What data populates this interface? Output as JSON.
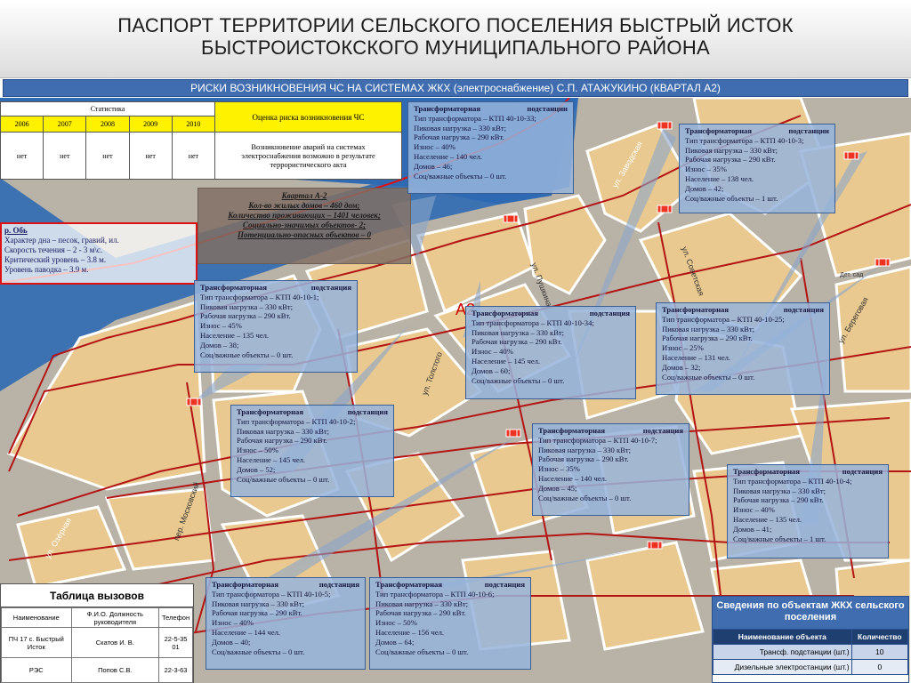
{
  "header": {
    "line1": "ПАСПОРТ ТЕРРИТОРИИ СЕЛЬСКОГО ПОСЕЛЕНИЯ БЫСТРЫЙ ИСТОК",
    "line2": "БЫСТРОИСТОКСКОГО МУНИЦИПАЛЬНОГО РАЙОНА"
  },
  "subtitle": "РИСКИ ВОЗНИКНОВЕНИЯ ЧС НА СИСТЕМАХ ЖКХ (электроснабжение) С.П. АТАЖУКИНО (КВАРТАЛ А2)",
  "stats": {
    "title": "Статистика",
    "risk_header": "Оценка риска возникновения ЧС",
    "years": [
      "2006",
      "2007",
      "2008",
      "2009",
      "2010"
    ],
    "values": [
      "нет",
      "нет",
      "нет",
      "нет",
      "нет"
    ],
    "risk_text": "Возникновение аварий на системах электроснабжения возможно в результате террористического акта"
  },
  "river": {
    "title": "р. Обь",
    "lines": [
      "Характер дна – песок, гравий, ил.",
      "Скорость течения – 2 - 3 м\\с.",
      "Критический уровень – 3.8 м.",
      "Уровень паводка – 3.9 м."
    ]
  },
  "quarter": {
    "lines": [
      "Квартал А-2",
      "Кол-во жилых домов – 460 дом;",
      "Количество проживающих – 1401 человек;",
      "Социально-значимых объектов- 2;",
      "Потенциально-опасных объектов – 0"
    ]
  },
  "a2_label": "А2",
  "transformers": [
    {
      "id": "t1",
      "title_a": "Трансформаторная",
      "title_b": "подстанции",
      "lines": [
        "Тип трансформатора – КТП 40-10-33;",
        "Пиковая нагрузка – 330 кВт;",
        "Рабочая нагрузка – 290 кВт.",
        "Износ – 40%",
        "Население – 140 чел.",
        "Домов – 46;",
        "Соц/важные объекты – 0 шт."
      ]
    },
    {
      "id": "t2",
      "title_a": "Трансформаторная",
      "title_b": "подстанции",
      "lines": [
        "Тип трансформатора – КТП 40-10-3;",
        "Пиковая нагрузка – 330 кВт;",
        "Рабочая нагрузка – 290 кВт.",
        "Износ – 35%",
        "Население – 138 чел.",
        "Домов – 42;",
        "Соц/важные объекты – 1 шт."
      ]
    },
    {
      "id": "t3",
      "title_a": "Трансформаторная",
      "title_b": "подстанция",
      "lines": [
        "Тип трансформатора – КТП 40-10-1;",
        "Пиковая нагрузка – 330 кВт;",
        "Рабочая нагрузка – 290 кВт.",
        "Износ – 45%",
        "Население – 135 чел.",
        "Домов – 38;",
        "Соц/важные объекты – 0 шт."
      ]
    },
    {
      "id": "t4",
      "title_a": "Трансформаторная",
      "title_b": "подстанция",
      "lines": [
        "Тип трансформатора – КТП 40-10-34;",
        "Пиковая нагрузка – 330 кВт;",
        "Рабочая нагрузка – 290 кВт.",
        "Износ – 40%",
        "Население – 145 чел.",
        "Домов – 60;",
        "Соц/важные объекты – 0 шт."
      ]
    },
    {
      "id": "t5",
      "title_a": "Трансформаторная",
      "title_b": "подстанция",
      "lines": [
        "Тип трансформатора – КТП 40-10-25;",
        "Пиковая нагрузка – 330 кВт;",
        "Рабочая нагрузка – 290 кВт.",
        "Износ – 25%",
        "Население – 131 чел.",
        "Домов – 32;",
        "Соц/важные объекты – 0 шт."
      ]
    },
    {
      "id": "t6",
      "title_a": "Трансформаторная",
      "title_b": "подстанция",
      "lines": [
        "Тип трансформатора – КТП 40-10-2;",
        "Пиковая нагрузка – 330 кВт;",
        "Рабочая нагрузка – 290 кВт.",
        "Износ – 50%",
        "Население – 145 чел.",
        "Домов – 52;",
        "Соц/важные объекты – 0 шт."
      ]
    },
    {
      "id": "t7",
      "title_a": "Трансформаторная",
      "title_b": "подстанция",
      "lines": [
        "Тип трансформатора – КТП 40-10-7;",
        "Пиковая нагрузка – 330 кВт;",
        "Рабочая нагрузка – 290 кВт.",
        "Износ – 35%",
        "Население – 140 чел.",
        "Домов – 45;",
        "Соц/важные объекты – 0 шт."
      ]
    },
    {
      "id": "t8",
      "title_a": "Трансформаторная",
      "title_b": "подстанция",
      "lines": [
        "Тип трансформатора – КТП 40-10-4;",
        "Пиковая нагрузка – 330 кВт;",
        "Рабочая нагрузка – 290 кВт.",
        "Износ – 40%",
        "Население – 135 чел.",
        "Домов – 41;",
        "Соц/важные объекты – 1 шт."
      ]
    },
    {
      "id": "t9",
      "title_a": "Трансформаторная",
      "title_b": "подстанция",
      "lines": [
        "Тип трансформатора – КТП 40-10-5;",
        "Пиковая нагрузка – 330 кВт;",
        "Рабочая нагрузка – 290 кВт.",
        "Износ – 40%",
        "Население – 144 чел.",
        "Домов – 40;",
        "Соц/важные объекты – 0 шт."
      ]
    },
    {
      "id": "t10",
      "title_a": "Трансформаторная",
      "title_b": "подстанция",
      "lines": [
        "Тип трансформатора – КТП 40-10-6;",
        "Пиковая нагрузка – 330 кВт;",
        "Рабочая нагрузка – 290 кВт.",
        "Износ – 50%",
        "Население – 156 чел.",
        "Домов – 64;",
        "Соц/важные объекты – 0 шт."
      ]
    }
  ],
  "streets": {
    "s1": "ул. Заводская",
    "s2": "ул. Пушкина",
    "s3": "ул. Советская",
    "s4": "ул. Толстого",
    "s5": "пер. Московский",
    "s6": "ул. Озёрная",
    "s7": "ул. Береговая",
    "s8": "Дет. сад"
  },
  "calls": {
    "title": "Таблица вызовов",
    "headers": [
      "Наименование",
      "Ф.И.О. Должность руководителя",
      "Телефон"
    ],
    "rows": [
      [
        "ПЧ 17 с. Быстрый Исток",
        "Скатов И. В.",
        "22-5-35 01"
      ],
      [
        "РЭС",
        "Попов С.В.",
        "22-3-63"
      ]
    ]
  },
  "info": {
    "title": "Сведения по объектам ЖКХ сельского поселения",
    "headers": [
      "Наименование объекта",
      "Количество"
    ],
    "rows": [
      [
        "Трансф. подстанции (шт.)",
        "10"
      ],
      [
        "Дизельные электростанции (шт.)",
        "0"
      ]
    ]
  },
  "colors": {
    "water": "#2f6ab3",
    "block": "#e9c98f",
    "road": "#b9b2a6",
    "power_line": "#b31414",
    "transformer_box": "#96b4dc",
    "accent": "#3f6db0"
  }
}
